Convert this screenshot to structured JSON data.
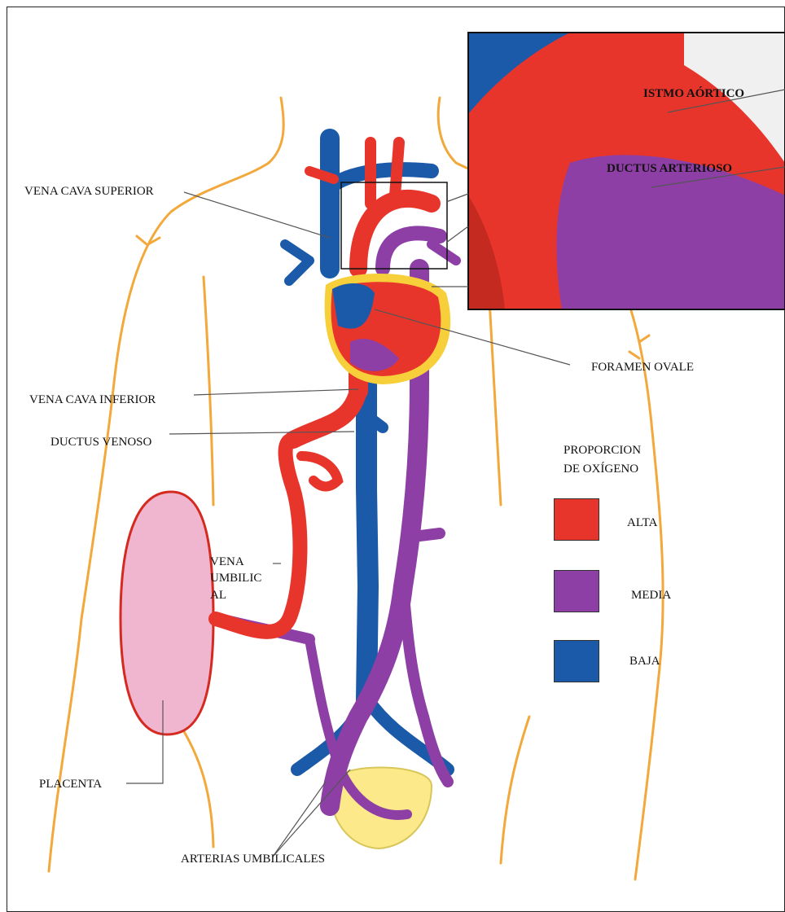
{
  "labels": {
    "vena_cava_superior": "VENA CAVA SUPERIOR",
    "foramen_ovale": "FORAMEN OVALE",
    "vena_cava_inferior": "VENA CAVA INFERIOR",
    "ductus_venoso": "DUCTUS VENOSO",
    "vena_umbilical_line1": "VENA",
    "vena_umbilical_line2": "UMBILIC",
    "vena_umbilical_line3": "AL",
    "placenta": "PLACENTA",
    "arterias_umbilicales": "ARTERIAS UMBILICALES",
    "istmo_aortico": "ISTMO AÓRTICO",
    "ductus_arterioso": "DUCTUS ARTERIOSO"
  },
  "legend": {
    "title_line1": "PROPORCION",
    "title_line2": "DE OXÍGENO",
    "items": [
      {
        "label": "ALTA",
        "color": "#e8352b"
      },
      {
        "label": "MEDIA",
        "color": "#8e3fa6"
      },
      {
        "label": "BAJA",
        "color": "#1b5aa8"
      }
    ]
  },
  "colors": {
    "oxygen_high": "#e8352b",
    "oxygen_medium": "#8e3fa6",
    "oxygen_low": "#1b5aa8",
    "body_outline": "#f2a83a",
    "placenta": "#f1b6cf",
    "heart_rim": "#f6cf3a"
  }
}
